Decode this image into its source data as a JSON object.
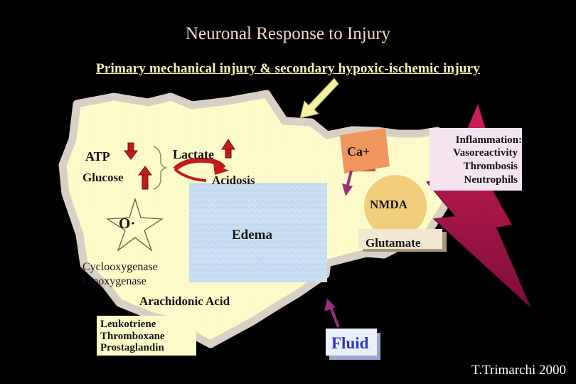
{
  "title": "Neuronal Response to Injury",
  "subtitle": "Primary mechanical injury & secondary hypoxic-ischemic injury",
  "labels": {
    "atp": "ATP",
    "glucose": "Glucose",
    "lactate": "Lactate",
    "acidosis": "Acidosis",
    "ca": "Ca+",
    "nmda": "NMDA",
    "o_radical": "O·",
    "edema": "Edema",
    "glutamate": "Glutamate",
    "enzymes": [
      "Cyclooxygenase",
      "Lipoxygenase"
    ],
    "arachidonic": "Arachidonic Acid",
    "eicosanoids": [
      "Leukotriene",
      "Thromboxane",
      "Prostaglandin"
    ],
    "fluid": "Fluid",
    "inflammation": [
      "Inflammation:",
      "Vasoreactivity",
      "Thrombosis",
      "Neutrophils"
    ]
  },
  "credit": "T.Trimarchi  2000",
  "colors": {
    "background": "#000000",
    "cell": "#fdfbc9",
    "cell_border": "#d8d0c4",
    "edema": "#c8dff2",
    "ca_box": "#f0975f",
    "nmda_circle": "#f0ce7c",
    "glutamate_box": "#f2e8d2",
    "fluid_box": "#ecf0fb",
    "inflammation_box": "#f3e4ef",
    "lightning": "#b0194f",
    "arrow_red": "#c41a1a",
    "arrow_purple": "#9a2f7c",
    "arrow_yellow": "#f5f2a0",
    "fluid_text": "#2a36c4"
  }
}
